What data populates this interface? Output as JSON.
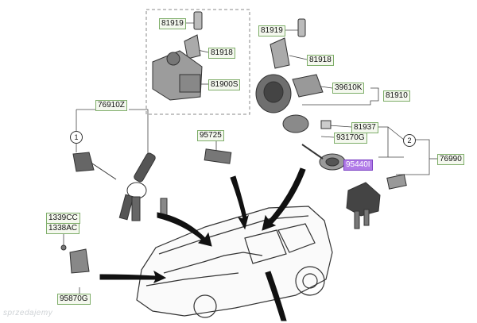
{
  "labels": [
    {
      "id": "81919a",
      "text": "81919"
    },
    {
      "id": "81918a",
      "text": "81918"
    },
    {
      "id": "81900S",
      "text": "81900S"
    },
    {
      "id": "81919b",
      "text": "81919"
    },
    {
      "id": "81918b",
      "text": "81918"
    },
    {
      "id": "39610K",
      "text": "39610K"
    },
    {
      "id": "81910",
      "text": "81910"
    },
    {
      "id": "76910Z",
      "text": "76910Z"
    },
    {
      "id": "95725",
      "text": "95725"
    },
    {
      "id": "81937",
      "text": "81937"
    },
    {
      "id": "93170G",
      "text": "93170G"
    },
    {
      "id": "95440I",
      "text": "95440I"
    },
    {
      "id": "76990",
      "text": "76990"
    },
    {
      "id": "1339CC",
      "text": "1339CC"
    },
    {
      "id": "1338AC",
      "text": "1338AC"
    },
    {
      "id": "95870G",
      "text": "95870G"
    }
  ],
  "callouts": [
    "1",
    "2"
  ],
  "watermark": "sprzedajemy",
  "colors": {
    "label_border": "#7fae6a",
    "label_fill": "#f4f8ee",
    "highlight": "#b17be8",
    "line": "#444444"
  }
}
